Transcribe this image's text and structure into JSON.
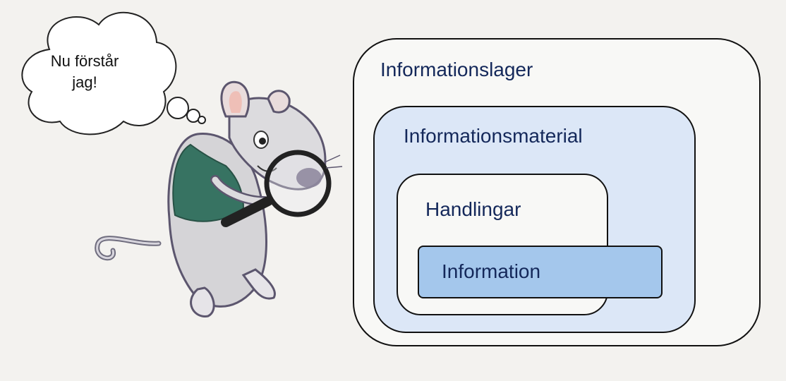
{
  "thought_bubble": {
    "line1": "Nu förstår",
    "line2": "jag!"
  },
  "diagram": {
    "layers": [
      {
        "label": "Informationslager",
        "fill": "#f8f8f6"
      },
      {
        "label": "Informationsmaterial",
        "fill": "#dce7f7"
      },
      {
        "label": "Handlingar",
        "fill": "#f8f8f6"
      },
      {
        "label": "Information",
        "fill": "#a4c7ec"
      }
    ],
    "label_color": "#14285a"
  },
  "illustration": {
    "subject": "mouse-with-magnifying-glass",
    "vest_color": "#2f6e5c"
  }
}
